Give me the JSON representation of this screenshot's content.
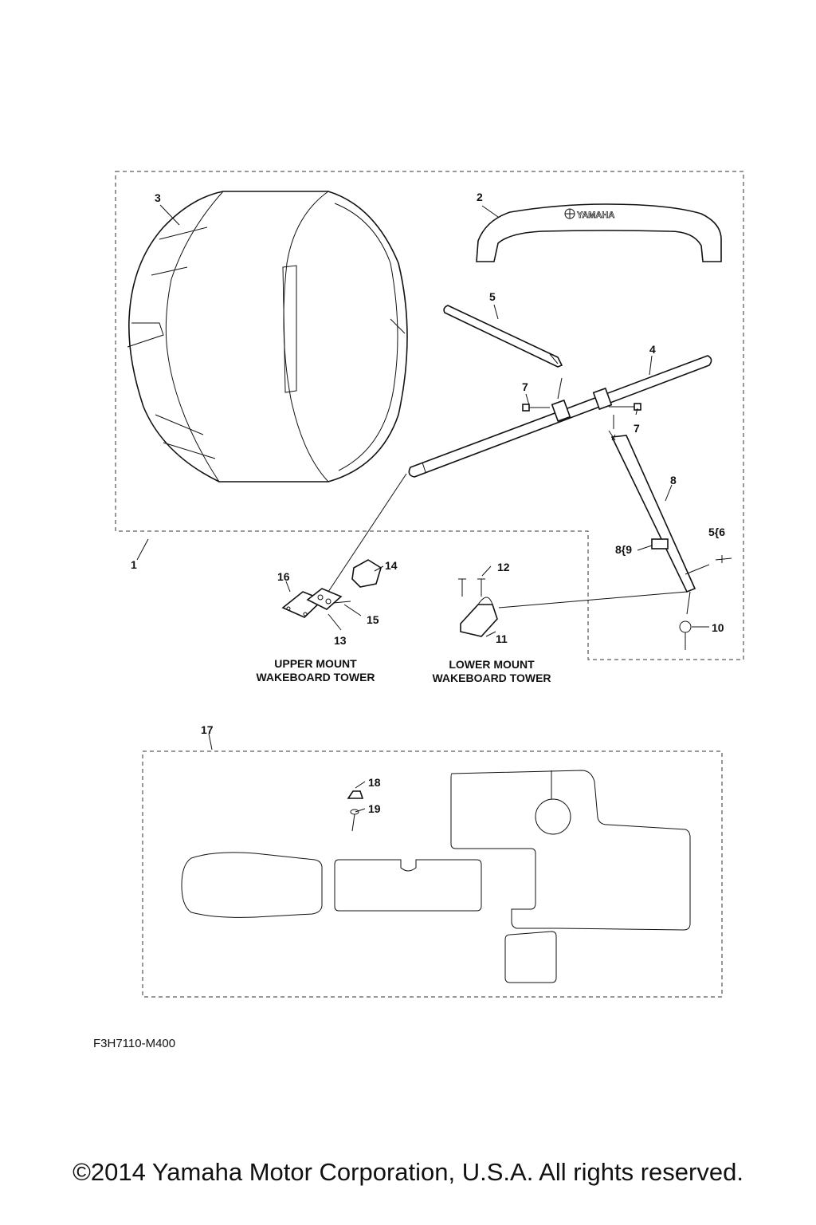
{
  "callouts": {
    "c1": "1",
    "c2": "2",
    "c3": "3",
    "c4": "4",
    "c5": "5",
    "c7a": "7",
    "c7b": "7",
    "c8": "8",
    "c8_9": "8{9",
    "c5_6": "5{6",
    "c10": "10",
    "c11": "11",
    "c12": "12",
    "c13": "13",
    "c14": "14",
    "c15": "15",
    "c16": "16",
    "c17": "17",
    "c18": "18",
    "c19": "19"
  },
  "captions": {
    "upper_line1": "UPPER  MOUNT",
    "upper_line2": "WAKEBOARD TOWER",
    "lower_line1": "LOWER  MOUNT",
    "lower_line2": "WAKEBOARD TOWER"
  },
  "brand_logo_text": "YAMAHA",
  "figure_code": "F3H7110-M400",
  "copyright": "©2014 Yamaha Motor Corporation, U.S.A. All rights reserved."
}
